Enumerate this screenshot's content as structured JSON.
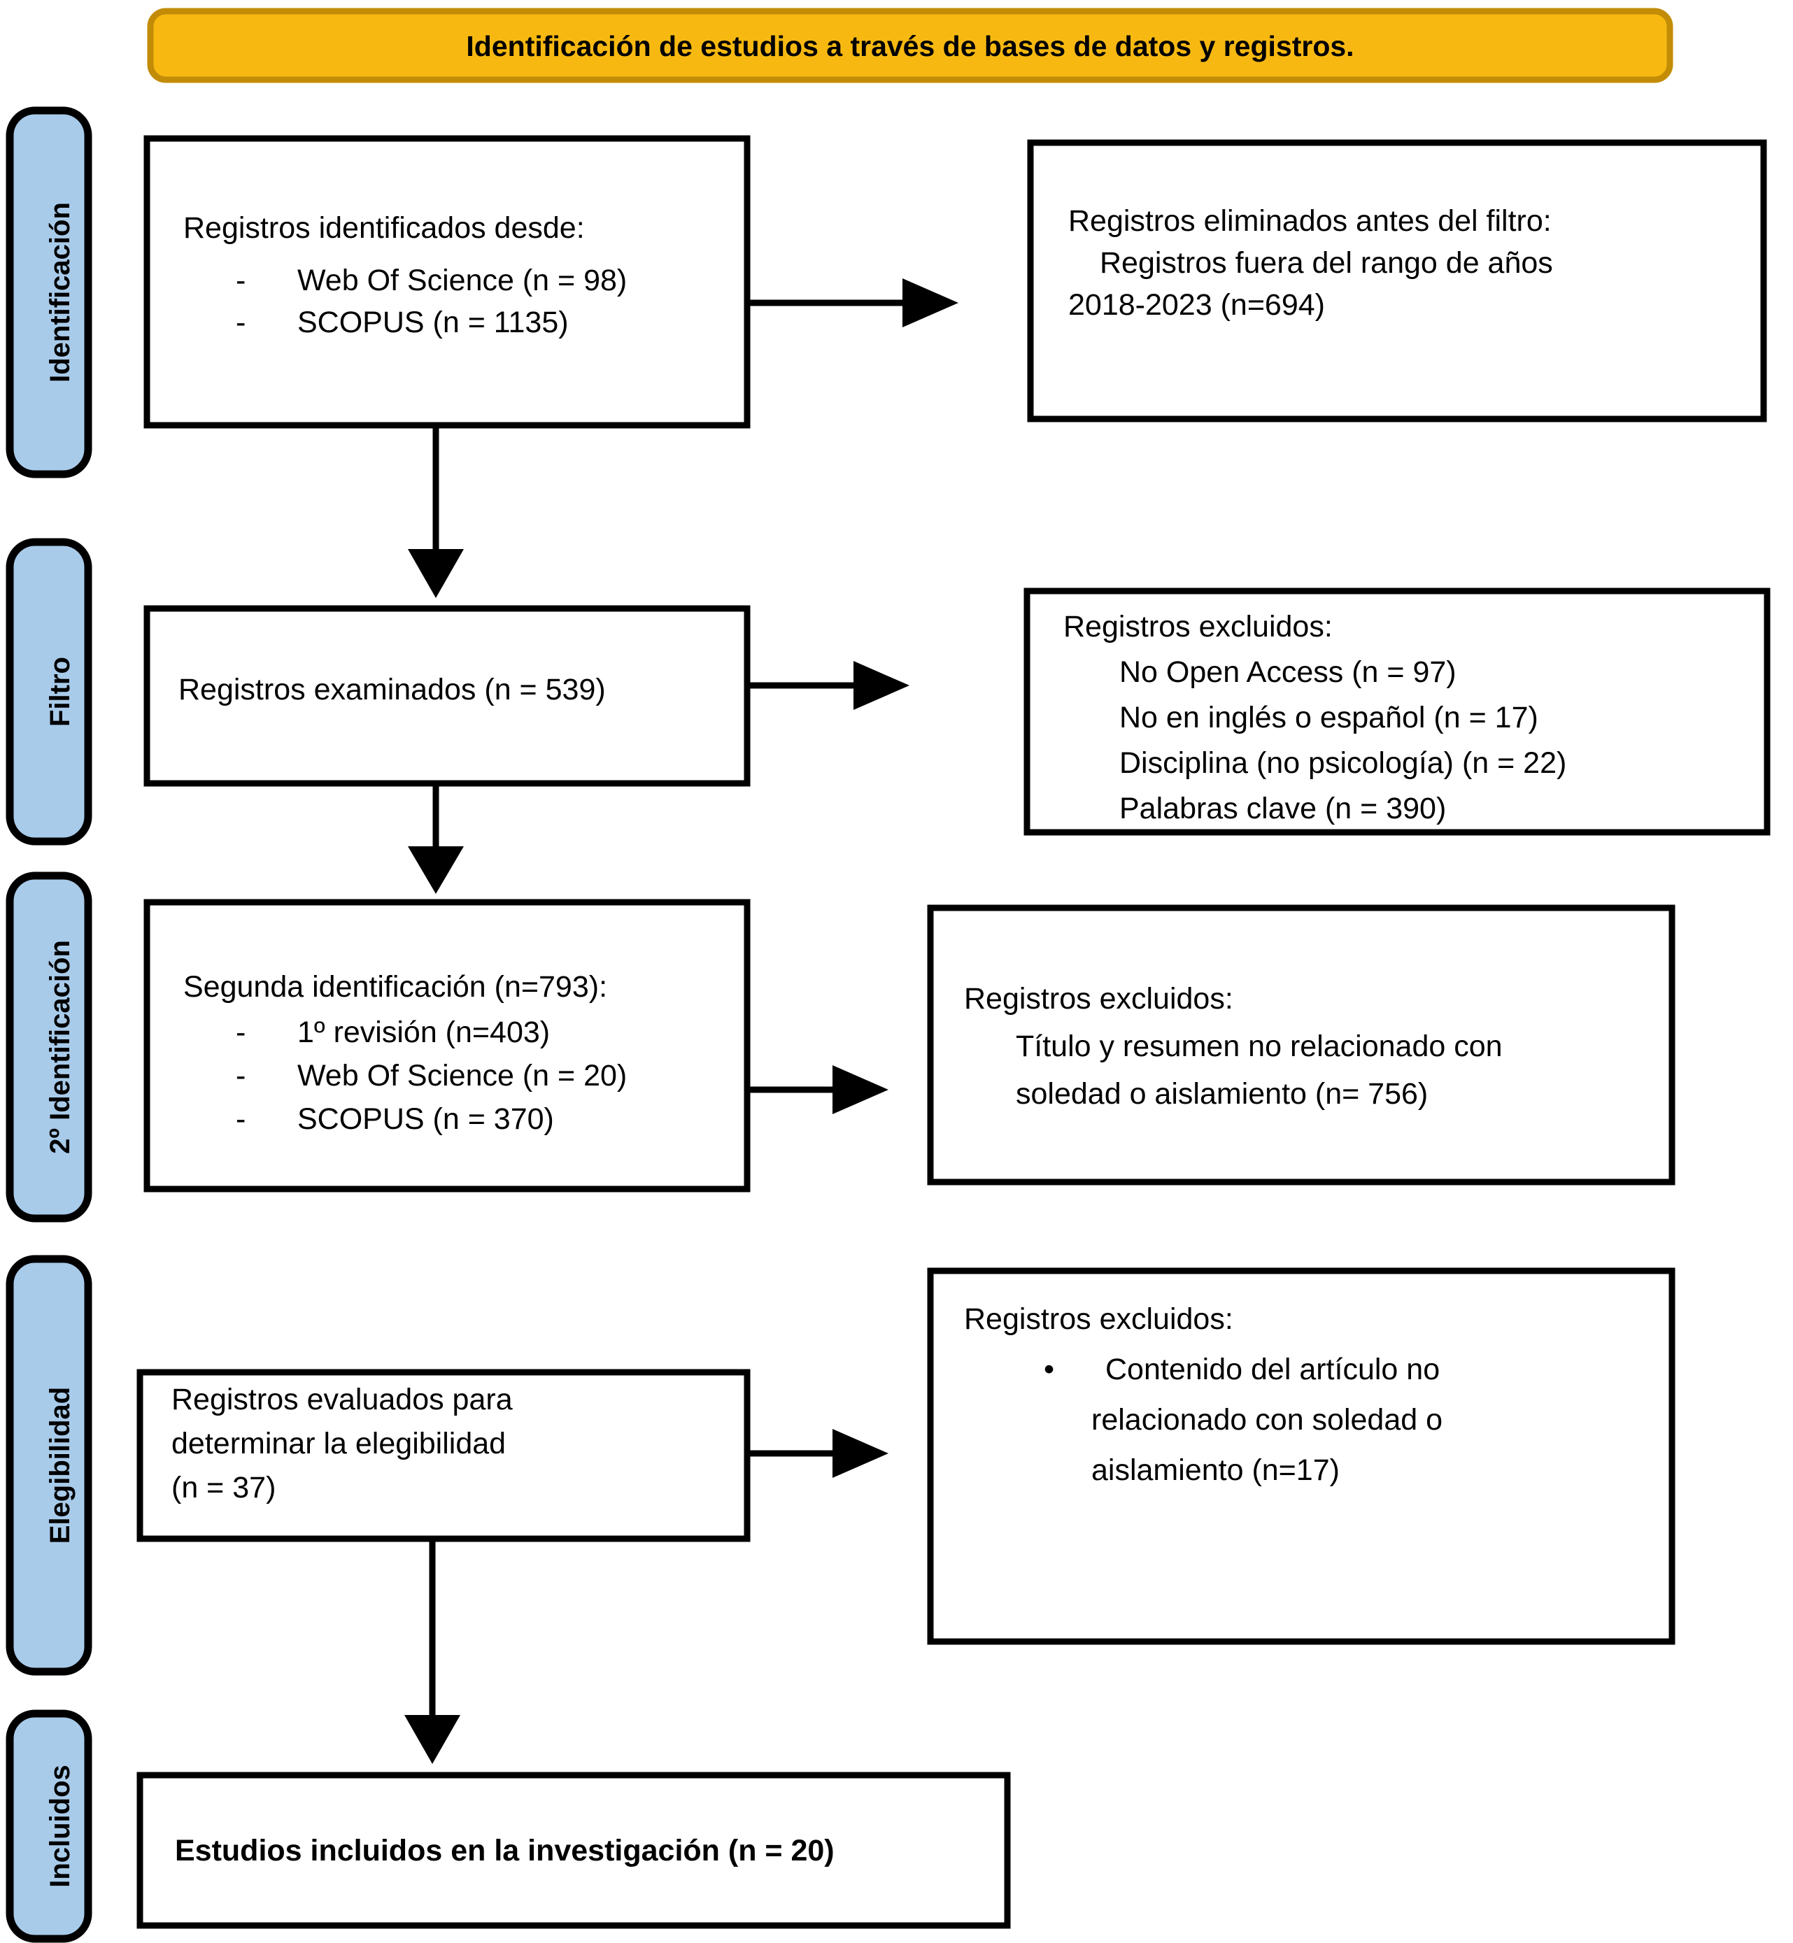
{
  "header": {
    "title": "Identificación de estudios a través de bases de datos y registros.",
    "fill_color": "#f7b911",
    "border_color": "#c28c07"
  },
  "stages": {
    "fill_color": "#a9cbea",
    "items": [
      {
        "id": "identificacion",
        "label": "Identificación"
      },
      {
        "id": "filtro",
        "label": "Filtro"
      },
      {
        "id": "segunda-identificacion",
        "label": "2º Identificación"
      },
      {
        "id": "elegibilidad",
        "label": "Elegibilidad"
      },
      {
        "id": "incluidos",
        "label": "Incluidos"
      }
    ]
  },
  "boxes": {
    "identified_records": {
      "lines": [
        {
          "text": "Registros identificados desde:",
          "indent": 0,
          "marker": ""
        },
        {
          "text": "Web Of Science (n = 98)",
          "indent": 1,
          "marker": "-"
        },
        {
          "text": "SCOPUS (n = 1135)",
          "indent": 1,
          "marker": "-"
        }
      ]
    },
    "removed_before_filter": {
      "lines": [
        {
          "text": "Registros eliminados antes del filtro:",
          "indent": 0,
          "marker": ""
        },
        {
          "text": "Registros fuera del rango de años",
          "indent": 2,
          "marker": ""
        },
        {
          "text": "2018-2023 (n=694)",
          "indent": 0,
          "marker": ""
        }
      ]
    },
    "screened_records": {
      "lines": [
        {
          "text": "Registros examinados (n = 539)",
          "indent": 0,
          "marker": ""
        }
      ]
    },
    "excluded_screening": {
      "lines": [
        {
          "text": "Registros excluidos:",
          "indent": 0,
          "marker": ""
        },
        {
          "text": "No Open Access (n = 97)",
          "indent": 2,
          "marker": ""
        },
        {
          "text": "No en inglés o español (n = 17)",
          "indent": 2,
          "marker": ""
        },
        {
          "text": "Disciplina (no psicología) (n = 22)",
          "indent": 2,
          "marker": ""
        },
        {
          "text": "Palabras clave (n = 390)",
          "indent": 2,
          "marker": ""
        }
      ]
    },
    "second_identification": {
      "lines": [
        {
          "text": "Segunda identificación (n=793):",
          "indent": 0,
          "marker": ""
        },
        {
          "text": "1º revisión (n=403)",
          "indent": 1,
          "marker": "-"
        },
        {
          "text": "Web Of Science (n = 20)",
          "indent": 1,
          "marker": "-"
        },
        {
          "text": "SCOPUS (n = 370)",
          "indent": 1,
          "marker": "-"
        }
      ]
    },
    "excluded_title_abstract": {
      "lines": [
        {
          "text": "Registros excluidos:",
          "indent": 0,
          "marker": ""
        },
        {
          "text": "Título y resumen no relacionado con",
          "indent": 2,
          "marker": ""
        },
        {
          "text": "soledad o aislamiento (n= 756)",
          "indent": 2,
          "marker": ""
        }
      ]
    },
    "eligibility_assessed": {
      "lines": [
        {
          "text": "Registros evaluados para",
          "indent": 0,
          "marker": ""
        },
        {
          "text": "determinar la elegibilidad",
          "indent": 0,
          "marker": ""
        },
        {
          "text": "(n = 37)",
          "indent": 0,
          "marker": ""
        }
      ]
    },
    "excluded_content": {
      "lines": [
        {
          "text": "Registros excluidos:",
          "indent": 0,
          "marker": ""
        },
        {
          "text": "Contenido del artículo no",
          "indent": 1,
          "marker": "•"
        },
        {
          "text": "relacionado con soledad o",
          "indent": 3,
          "marker": ""
        },
        {
          "text": "aislamiento (n=17)",
          "indent": 3,
          "marker": ""
        }
      ]
    },
    "included_studies": {
      "lines": [
        {
          "text": "Estudios incluidos en la investigación (n = 20)",
          "indent": 0,
          "marker": ""
        }
      ]
    }
  }
}
